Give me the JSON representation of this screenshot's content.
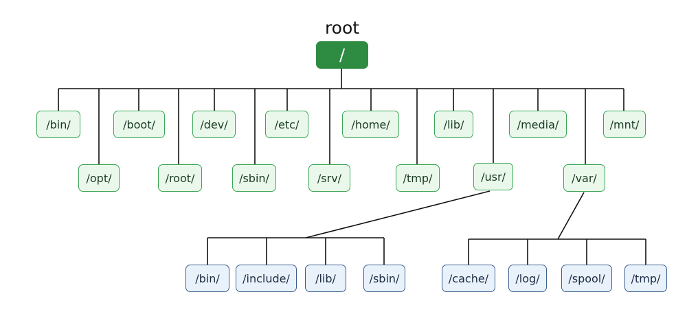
{
  "title": "root",
  "root_label": "/",
  "top_level": {
    "bin": "/bin/",
    "opt": "/opt/",
    "boot": "/boot/",
    "root": "/root/",
    "dev": "/dev/",
    "sbin": "/sbin/",
    "etc": "/etc/",
    "srv": "/srv/",
    "home": "/home/",
    "tmp": "/tmp/",
    "lib": "/lib/",
    "usr": "/usr/",
    "media": "/media/",
    "var": "/var/",
    "mnt": "/mnt/"
  },
  "usr_children": {
    "bin": "/bin/",
    "include": "/include/",
    "lib": "/lib/",
    "sbin": "/sbin/"
  },
  "var_children": {
    "cache": "/cache/",
    "log": "/log/",
    "spool": "/spool/",
    "tmp": "/tmp/"
  },
  "colors": {
    "root_fill": "#2e8b42",
    "dir_fill": "#eaf8ec",
    "dir_border": "#3aa655",
    "sub_fill": "#e9f1fb",
    "sub_border": "#3b5f8f",
    "line": "#111111"
  }
}
